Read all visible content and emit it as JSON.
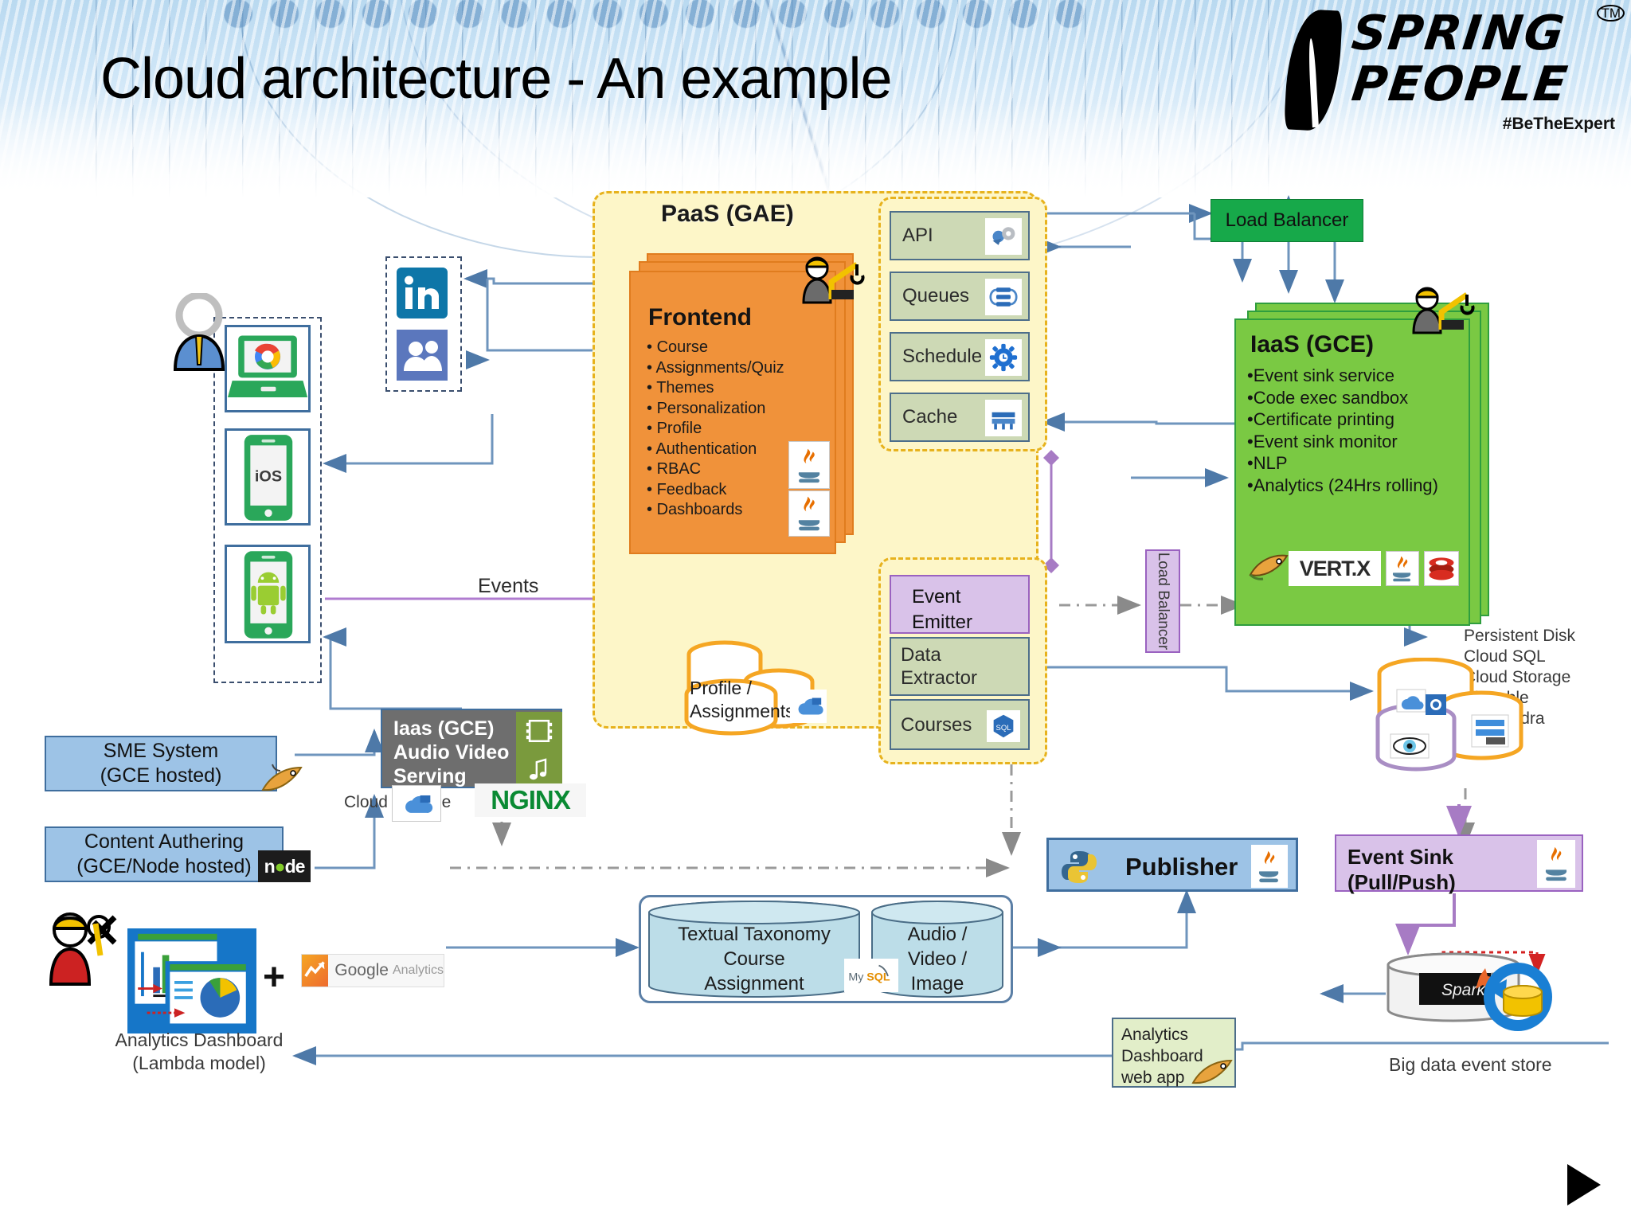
{
  "slide": {
    "title": "Cloud architecture - An example",
    "brand": {
      "line1": "SPRING",
      "line2": "PEOPLE",
      "tm": "TM",
      "tagline": "#BeTheExpert"
    }
  },
  "paas": {
    "title": "PaaS (GAE)",
    "frontend": {
      "title": "Frontend",
      "items": [
        "Course",
        "Assignments/Quiz",
        "Themes",
        "Personalization",
        "Profile",
        "Authentication",
        "RBAC",
        "Feedback",
        "Dashboards"
      ]
    },
    "services": [
      {
        "label": "API",
        "icon": "api-icon"
      },
      {
        "label": "Queues",
        "icon": "queues-icon"
      },
      {
        "label": "Schedule",
        "icon": "schedule-gear-icon"
      },
      {
        "label": "Cache",
        "icon": "cache-icon"
      }
    ],
    "lower_services": [
      {
        "label": "Event\nEmitter",
        "icon": ""
      },
      {
        "label": "Data\nExtractor",
        "icon": ""
      },
      {
        "label": "Courses",
        "icon": "sql-icon"
      }
    ],
    "lower_services_flat": [
      "Event Emitter",
      "Data Extractor",
      "Courses"
    ],
    "datastore": {
      "label": "Profile /\nAssignments",
      "label_flat": "Profile / Assignments"
    }
  },
  "iaas": {
    "title": "IaaS (GCE)",
    "items": [
      "Event sink service",
      "Code exec sandbox",
      "Certificate printing",
      "Event sink monitor",
      "NLP",
      "Analytics (24Hrs rolling)"
    ],
    "tech_logos": [
      "vertx-logo",
      "java-logo",
      "redis-logo"
    ],
    "vertx_text": "VERT.X"
  },
  "load_balancer": {
    "top_label": "Load Balancer",
    "side_label": "Load Balancer"
  },
  "storage_note": [
    "Persistent Disk",
    "Cloud SQL",
    "Cloud Storage",
    "Big table",
    "Cassandra"
  ],
  "clients": {
    "devices": [
      "chrome-laptop-icon",
      "ios-phone-icon",
      "android-phone-icon"
    ],
    "ios_label": "iOS",
    "social": [
      "linkedin-icon",
      "facebook-friends-icon"
    ],
    "events_label": "Events"
  },
  "media": {
    "title": "Iaas (GCE)\nAudio Video\nServing",
    "title_flat": "Iaas (GCE) Audio Video Serving",
    "lines": [
      "Iaas (GCE)",
      "Audio Video",
      "Serving"
    ],
    "cloud_storage_label": "Cloud Storage",
    "nginx_label": "NGINX"
  },
  "left_systems": [
    {
      "label": "SME System\n(GCE hosted)",
      "lines": [
        "SME System",
        "(GCE hosted)"
      ],
      "icon": "tomcat-icon"
    },
    {
      "label": "Content Authering\n(GCE/Node hosted)",
      "lines": [
        "Content Authering",
        "(GCE/Node hosted)"
      ],
      "icon": "nodejs-icon"
    }
  ],
  "analytics": {
    "caption_lines": [
      "Analytics Dashboard",
      "(Lambda model)"
    ],
    "plus": "+",
    "google_analytics": "Google Analytics",
    "ga_word1": "Google",
    "ga_word2": "Analytics"
  },
  "databases": {
    "left": {
      "lines": [
        "Textual Taxonomy",
        "Course",
        "Assignment"
      ]
    },
    "right": {
      "lines": [
        "Audio /",
        "Video /",
        "Image"
      ]
    },
    "mysql_label": "MySQL"
  },
  "publisher": {
    "label": "Publisher",
    "left_icon": "python-icon",
    "right_icon": "java-icon"
  },
  "event_sink": {
    "lines": [
      "Event Sink",
      "(Pull/Push)"
    ],
    "icon": "java-icon"
  },
  "big_data": {
    "caption": "Big data event store",
    "spark_label": "Spark"
  },
  "analytics_web": {
    "lines": [
      "Analytics",
      "Dashboard",
      "web app"
    ],
    "icon": "tomcat-icon"
  },
  "colors": {
    "paas_fill": "#fdf6c8",
    "paas_border": "#e7b21d",
    "frontend": "#f0923a",
    "iaas_green": "#7ac943",
    "lb_green": "#17a94a",
    "service_green": "#cdd9b5",
    "purple": "#d9c2e9",
    "blue_box": "#9dc3e6",
    "gray_box": "#6e6e6e",
    "wire_blue": "#5b85b5",
    "wire_purple": "#b07cd0"
  }
}
